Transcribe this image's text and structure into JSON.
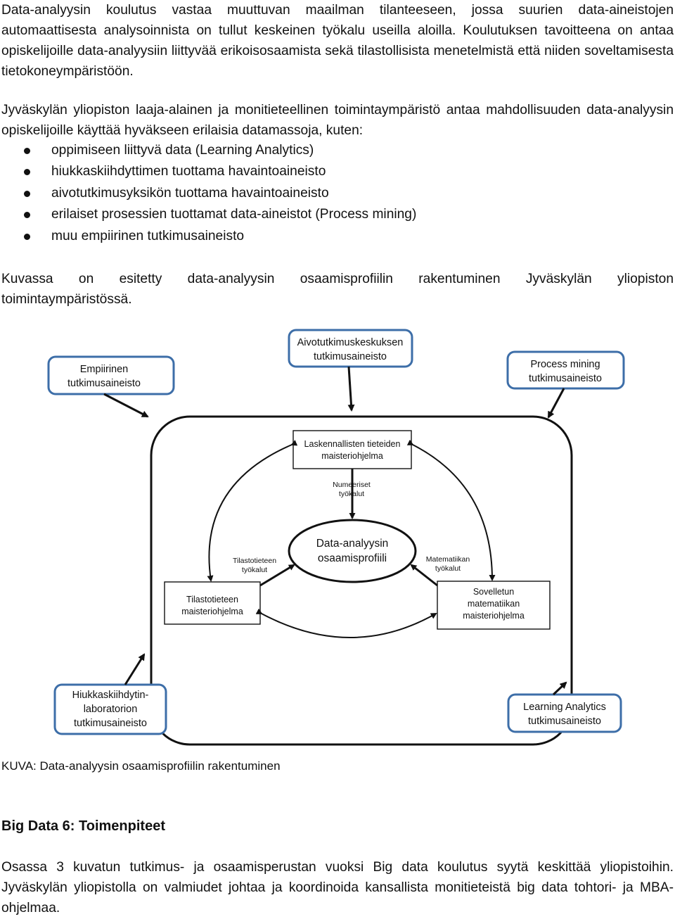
{
  "intro": {
    "paragraph1": "Data-analyysin koulutus vastaa muuttuvan maailman tilanteeseen, jossa suurien data-aineistojen automaattisesta analysoinnista on tullut keskeinen työkalu useilla aloilla. Koulutuksen tavoitteena on antaa opiskelijoille data-analyysiin liittyvää erikoisosaamista sekä tilastollisista menetelmistä että niiden soveltamisesta tietokoneympäristöön.",
    "paragraph2": "Jyväskylän yliopiston laaja-alainen ja monitieteellinen toimintaympäristö antaa mahdollisuuden data-analyysin opiskelijoille käyttää hyväkseen erilaisia datamassoja, kuten:",
    "bullets": [
      "oppimiseen liittyvä data (Learning Analytics)",
      "hiukkaskiihdyttimen tuottama havaintoaineisto",
      "aivotutkimusyksikön tuottama havaintoaineisto",
      "erilaiset prosessien tuottamat data-aineistot (Process mining)",
      "muu empiirinen tutkimusaineisto"
    ],
    "paragraph3_line1": "Kuvassa on esitetty data-analyysin osaamisprofiilin rakentuminen Jyväskylän yliopiston",
    "paragraph3_line2": "toimintaympäristössä."
  },
  "diagram": {
    "outer_sources": {
      "empiirinen": [
        "Empiirinen",
        "tutkimusaineisto"
      ],
      "aivotutkimus": [
        "Aivotutkimuskeskuksen",
        "tutkimusaineisto"
      ],
      "process_mining": [
        "Process mining",
        "tutkimusaineisto"
      ],
      "hiukkas": [
        "Hiukkaskiihdytin-",
        "laboratorion",
        "tutkimusaineisto"
      ],
      "learning": [
        "Learning Analytics",
        "tutkimusaineisto"
      ]
    },
    "programs": {
      "laskennallinen": [
        "Laskennallisten tieteiden",
        "maisteriohjelma"
      ],
      "tilasto": [
        "Tilastotieteen",
        "maisteriohjelma"
      ],
      "matematiikka": [
        "Sovelletun",
        "matematiikan",
        "maisteriohjelma"
      ]
    },
    "center": [
      "Data-analyysin",
      "osaamisprofiili"
    ],
    "tool_labels": {
      "numeeriset": [
        "Numeeriset",
        "työkalut"
      ],
      "tilasto": [
        "Tilastotieteen",
        "työkalut"
      ],
      "matematiikka": [
        "Matematiikan",
        "työkalut"
      ]
    },
    "border_color": "#3d6ea8"
  },
  "caption": "KUVA: Data-analyysin osaamisprofiilin rakentuminen",
  "section": {
    "heading": "Big Data 6: Toimenpiteet",
    "paragraph": "Osassa 3 kuvatun tutkimus- ja osaamisperustan vuoksi Big data koulutus syytä keskittää yliopistoihin. Jyväskylän yliopistolla on valmiudet johtaa ja koordinoida kansallista monitieteistä big data tohtori- ja MBA-ohjelmaa."
  }
}
